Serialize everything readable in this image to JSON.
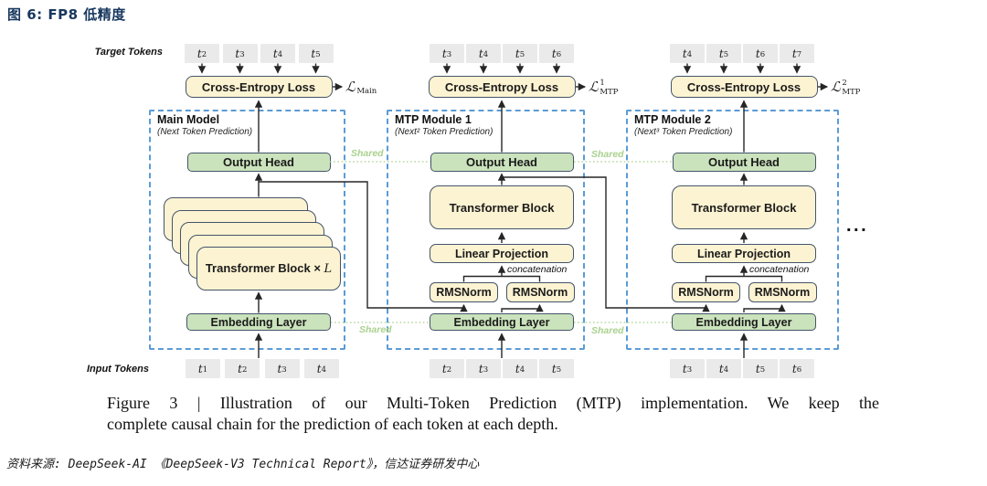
{
  "title": "图 6: FP8 低精度",
  "figure": {
    "target_label": "Target Tokens",
    "input_label": "Input Tokens",
    "shared_label": "Shared",
    "concatenation_label": "concatenation",
    "ellipsis": "...",
    "token_symbol": "t",
    "loss_symbol": "ℒ",
    "boxes": {
      "cross_entropy": "Cross-Entropy Loss",
      "output_head": "Output Head",
      "embedding": "Embedding Layer",
      "transformer": "Transformer Block",
      "transformer_stack_prefix": "Transformer Block ×",
      "transformer_stack_var": "L",
      "linear_projection": "Linear Projection",
      "rmsnorm": "RMSNorm"
    },
    "modules": [
      {
        "name": "Main Model",
        "subtitle": "(Next Token Prediction)",
        "loss_sup": "",
        "loss_sub": "Main",
        "target_tokens": [
          "2",
          "3",
          "4",
          "5"
        ],
        "input_tokens": [
          "1",
          "2",
          "3",
          "4"
        ]
      },
      {
        "name": "MTP Module 1",
        "subtitle": "(Next² Token Prediction)",
        "loss_sup": "1",
        "loss_sub": "MTP",
        "target_tokens": [
          "3",
          "4",
          "5",
          "6"
        ],
        "input_tokens": [
          "2",
          "3",
          "4",
          "5"
        ]
      },
      {
        "name": "MTP Module 2",
        "subtitle": "(Next³ Token Prediction)",
        "loss_sup": "2",
        "loss_sub": "MTP",
        "target_tokens": [
          "4",
          "5",
          "6",
          "7"
        ],
        "input_tokens": [
          "3",
          "4",
          "5",
          "6"
        ]
      }
    ],
    "caption_line1": "Figure 3 | Illustration of our Multi-Token Prediction (MTP) implementation.  We keep the",
    "caption_line2": "complete causal chain for the prediction of each token at each depth."
  },
  "source": "资料来源: DeepSeek-AI 《DeepSeek-V3 Technical Report》，信达证券研发中心",
  "colors": {
    "accent_yellow": "#FCF3D2",
    "accent_green": "#CBE3BC",
    "box_border": "#44546A",
    "dashed_blue": "#5B9BD5",
    "shared_green": "#A9D18E",
    "token_gray": "#EAEAEA",
    "title_navy": "#17375E",
    "line_dark": "#262626"
  }
}
